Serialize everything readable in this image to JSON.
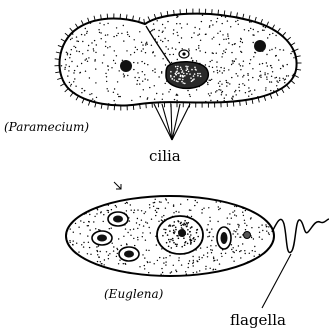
{
  "organisms": {
    "paramecium": {
      "name": "(Paramecium)"
    },
    "euglena": {
      "name": "(Euglena)"
    }
  },
  "labels": {
    "cilia": "cilia",
    "flagella": "flagella"
  }
}
